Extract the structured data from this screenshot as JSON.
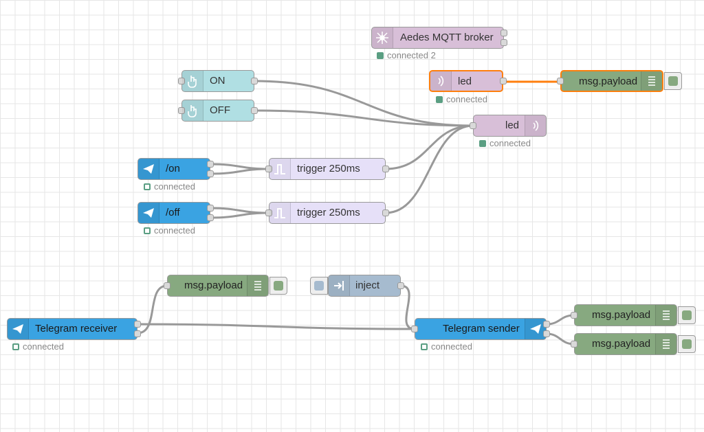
{
  "nodes": {
    "broker": {
      "label": "Aedes MQTT broker",
      "status": "connected 2"
    },
    "mqtt_in": {
      "label": "led",
      "status": "connected"
    },
    "debug_top": {
      "label": "msg.payload"
    },
    "mqtt_out": {
      "label": "led",
      "status": "connected"
    },
    "btn_on": {
      "label": "ON"
    },
    "btn_off": {
      "label": "OFF"
    },
    "tg_cmd_on": {
      "label": "/on",
      "status": "connected"
    },
    "tg_cmd_off": {
      "label": "/off",
      "status": "connected"
    },
    "trigger_1": {
      "label": "trigger 250ms"
    },
    "trigger_2": {
      "label": "trigger 250ms"
    },
    "debug_mid": {
      "label": "msg.payload"
    },
    "inject": {
      "label": "inject"
    },
    "tg_receiver": {
      "label": "Telegram receiver",
      "status": "connected"
    },
    "tg_sender": {
      "label": "Telegram sender",
      "status": "connected"
    },
    "debug_r1": {
      "label": "msg.payload"
    },
    "debug_r2": {
      "label": "msg.payload"
    }
  },
  "colors": {
    "mqtt": "#d8bfd8",
    "dashboard": "#b0dfe3",
    "debug": "#87a980",
    "telegram": "#3aa3e2",
    "trigger": "#e6e0f8",
    "inject": "#a6bbcf",
    "selected": "#ff7f0e",
    "status_ok": "#5a9e82",
    "wire": "#999999"
  },
  "icons": {
    "mqtt": "radio-waves-icon",
    "broker": "broker-icon",
    "dashboard_button": "hand-pointer-icon",
    "debug": "list-lines-icon",
    "telegram": "paper-plane-icon",
    "trigger": "pulse-icon",
    "inject": "arrow-into-icon"
  }
}
